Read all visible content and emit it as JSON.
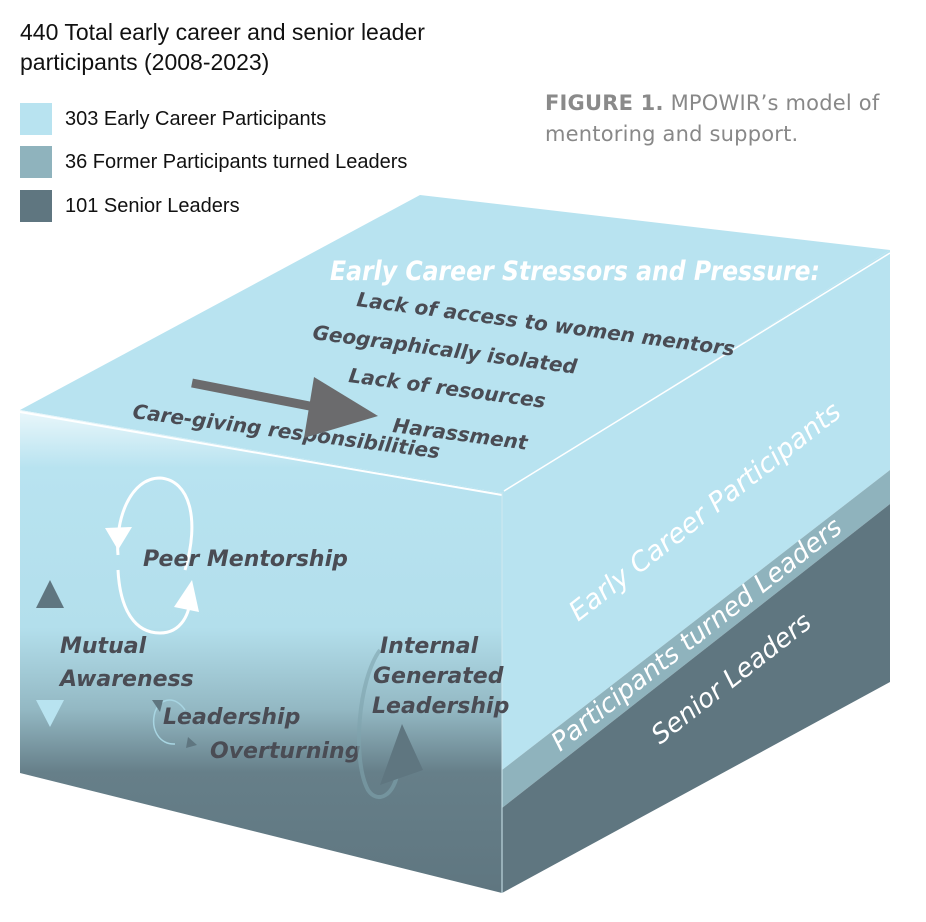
{
  "title": "440 Total early career and senior leader participants (2008-2023)",
  "legend": [
    {
      "label": "303 Early Career Participants",
      "color": "#b8e3f0"
    },
    {
      "label": "36 Former Participants turned Leaders",
      "color": "#8fb3bd"
    },
    {
      "label": "101 Senior Leaders",
      "color": "#5f7680"
    }
  ],
  "caption": {
    "figure_label": "FIGURE 1.",
    "text": "MPOWIR’s model of mentoring and support."
  },
  "top_face": {
    "heading": "Early Career Stressors and Pressure:",
    "stressors": [
      "Lack of access to women mentors",
      "Geographically isolated",
      "Lack of resources",
      "Harassment",
      "Care-giving responsibilities"
    ]
  },
  "front_face": {
    "peer_mentorship": "Peer Mentorship",
    "mutual_awareness_line1": "Mutual",
    "mutual_awareness_line2": "Awareness",
    "leadership_overturning_line1": "Leadership",
    "leadership_overturning_line2": "Overturning",
    "internal_line1": "Internal",
    "internal_line2": "Generated",
    "internal_line3": "Leadership"
  },
  "side_face": {
    "layer_early": "Early Career Participants",
    "layer_turned": "Participants turned Leaders",
    "layer_senior": "Senior Leaders"
  },
  "colors": {
    "light": "#b8e3f0",
    "mid": "#8fb3bd",
    "dark": "#5f7680",
    "text_dark": "#4a4c54",
    "arrow_gray": "#6b6b6d",
    "caption_gray": "#888888"
  }
}
